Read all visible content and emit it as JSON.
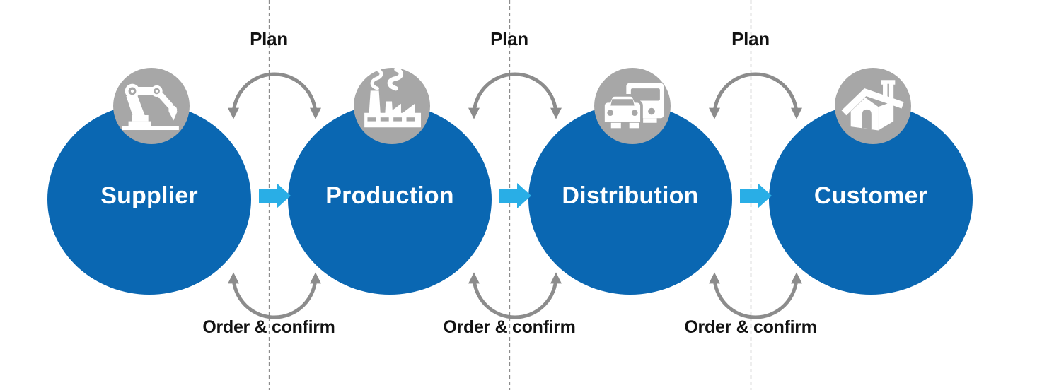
{
  "diagram": {
    "type": "supply-chain-flow",
    "nodes": [
      {
        "id": "supplier",
        "label": "Supplier",
        "icon": "robot-arm-icon"
      },
      {
        "id": "production",
        "label": "Production",
        "icon": "factory-icon"
      },
      {
        "id": "distribution",
        "label": "Distribution",
        "icon": "vehicles-icon"
      },
      {
        "id": "customer",
        "label": "Customer",
        "icon": "house-icon"
      }
    ],
    "flow": [
      {
        "from": "Supplier",
        "to": "Production",
        "direction": "right"
      },
      {
        "from": "Production",
        "to": "Distribution",
        "direction": "right"
      },
      {
        "from": "Distribution",
        "to": "Customer",
        "direction": "right"
      }
    ],
    "relationships": [
      {
        "between": [
          "Supplier",
          "Production"
        ],
        "top_label": "Plan",
        "bottom_label": "Order & confirm"
      },
      {
        "between": [
          "Production",
          "Distribution"
        ],
        "top_label": "Plan",
        "bottom_label": "Order & confirm"
      },
      {
        "between": [
          "Distribution",
          "Customer"
        ],
        "top_label": "Plan",
        "bottom_label": "Order & confirm"
      }
    ],
    "colors": {
      "node_fill": "#0A67B2",
      "node_text": "#ffffff",
      "flow_arrow": "#29AEE6",
      "icon_badge": "#A7A7A7",
      "icon_glyph": "#ffffff",
      "curve_arrow": "#8C8C8C",
      "divider_line": "#8C8C8C",
      "label_text": "#121212",
      "background": "#ffffff"
    }
  }
}
